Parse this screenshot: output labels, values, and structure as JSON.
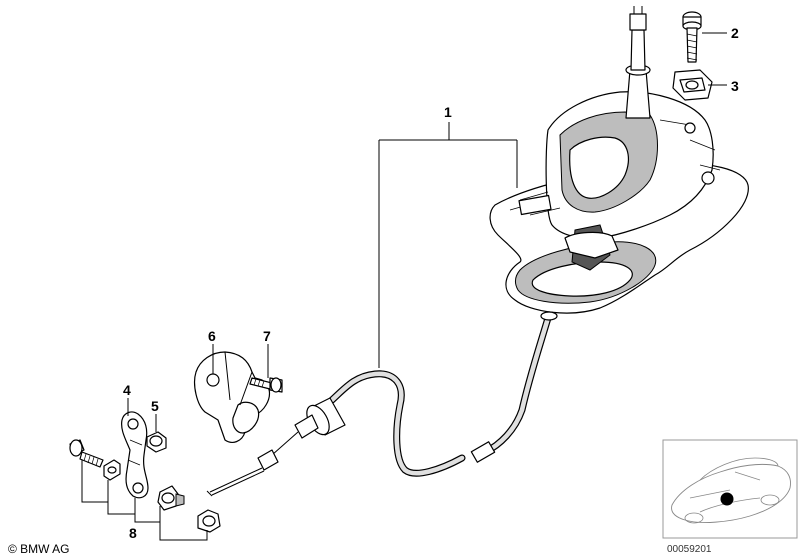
{
  "callouts": [
    "1",
    "2",
    "3",
    "4",
    "5",
    "6",
    "7",
    "8"
  ],
  "footer": {
    "copyright": "© BMW AG",
    "doc_number": "00059201"
  },
  "colors": {
    "line": "#000000",
    "shade": "#bdbdbd",
    "background": "#ffffff",
    "inset_border": "#999999"
  }
}
